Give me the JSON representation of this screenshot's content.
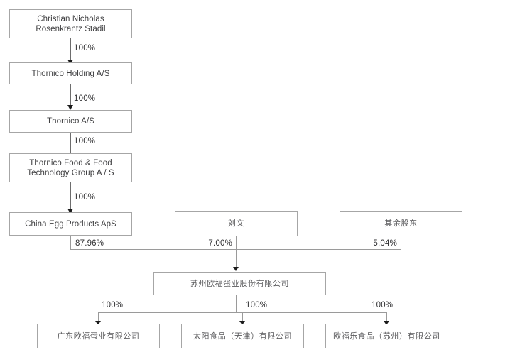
{
  "diagram": {
    "title": "Shareholding and subsidiary structure chart",
    "colors": {
      "box_border": "#a6a6a6",
      "connector": "#9a9a9a",
      "connector_dark": "#6d6d6d",
      "arrow": "#1b1b1b",
      "latin_text": "#3f3f41",
      "cjk_text": "#5a5a5c",
      "label_text": "#2f2f31",
      "background": "#ffffff"
    },
    "chain": [
      {
        "id": "chain-0",
        "label": "Christian Nicholas\nRosenkrantz Stadil",
        "line1": "Christian Nicholas",
        "line2": "Rosenkrantz Stadil"
      },
      {
        "id": "chain-1",
        "label": "Thornico Holding A/S",
        "line1": "Thornico Holding A/S",
        "line2": ""
      },
      {
        "id": "chain-2",
        "label": "Thornico A/S",
        "line1": "Thornico A/S",
        "line2": ""
      },
      {
        "id": "chain-3",
        "label": "Thornico Food & Food\nTechnology Group A / S",
        "line1": "Thornico Food & Food",
        "line2": "Technology Group A / S"
      },
      {
        "id": "chain-4",
        "label": "China Egg Products ApS",
        "line1": "China Egg Products ApS",
        "line2": ""
      }
    ],
    "chain_percents": [
      "100%",
      "100%",
      "100%",
      "100%"
    ],
    "shareholders": [
      {
        "id": "shareholder-china-egg",
        "label": "China Egg Products ApS",
        "percent": "87.96%"
      },
      {
        "id": "shareholder-liuwen",
        "label": "刘文",
        "percent": "7.00%"
      },
      {
        "id": "shareholder-others",
        "label": "其余股东",
        "percent": "5.04%"
      }
    ],
    "company": {
      "id": "company-main",
      "label": "苏州欧福蛋业股份有限公司"
    },
    "subsidiaries": [
      {
        "id": "subsidiary-guangdong",
        "label": "广东欧福蛋业有限公司",
        "percent": "100%"
      },
      {
        "id": "subsidiary-taiyang",
        "label": "太阳食品（天津）有限公司",
        "percent": "100%"
      },
      {
        "id": "subsidiary-oufule",
        "label": "欧福乐食品（苏州）有限公司",
        "percent": "100%"
      }
    ]
  }
}
